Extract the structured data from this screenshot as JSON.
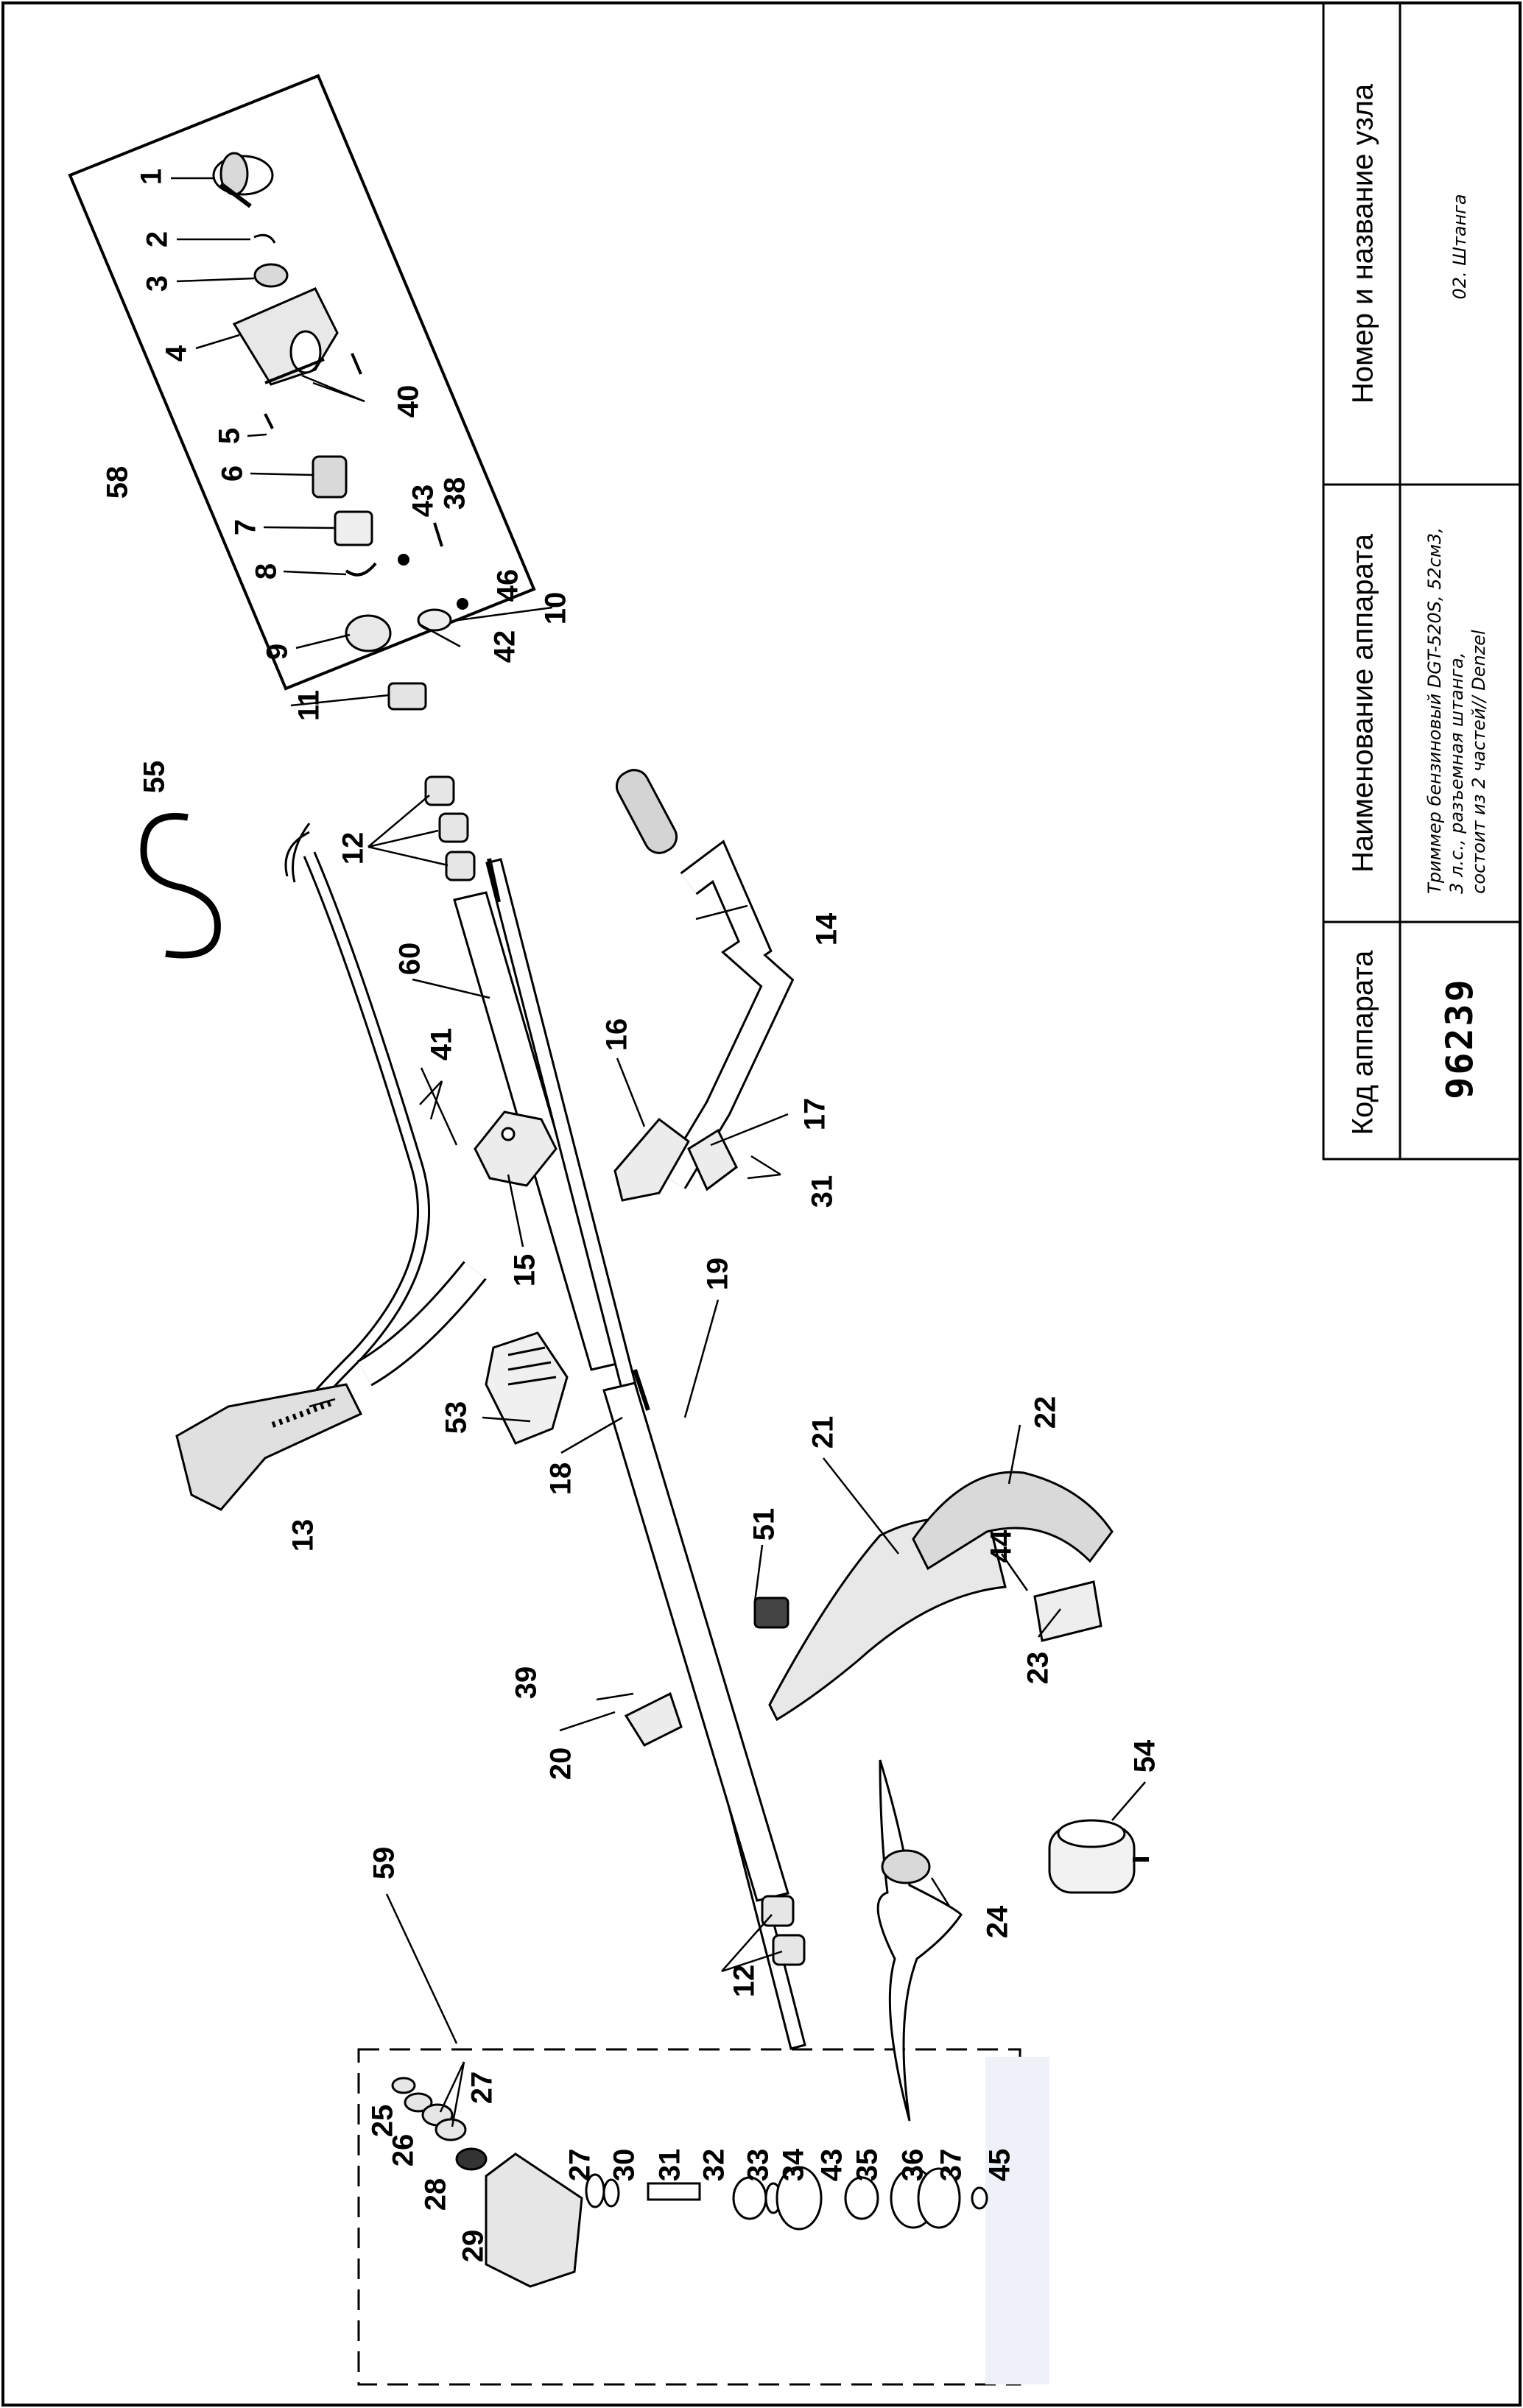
{
  "title_block": {
    "headers": {
      "code": "Код аппарата",
      "name": "Наименование аппарата",
      "node": "Номер и название узла"
    },
    "values": {
      "code": "96239",
      "name_lines": [
        "Триммер бензиновый DGT-520S, 52см3,",
        "3 л.с., разъемная штанга,",
        "состоит из 2 частей// Denzel"
      ],
      "node": "02. Штанга"
    }
  },
  "parts": {
    "p1": "1",
    "p2": "2",
    "p3": "3",
    "p4": "4",
    "p5": "5",
    "p6": "6",
    "p7": "7",
    "p8": "8",
    "p9": "9",
    "p10": "10",
    "p11": "11",
    "p12": "12",
    "p13": "13",
    "p14": "14",
    "p15": "15",
    "p16": "16",
    "p17": "17",
    "p18": "18",
    "p19": "19",
    "p20": "20",
    "p21": "21",
    "p22": "22",
    "p23": "23",
    "p24": "24",
    "p25": "25",
    "p26": "26",
    "p27": "27",
    "p28": "28",
    "p29": "29",
    "p30": "30",
    "p31": "31",
    "p32": "32",
    "p33": "33",
    "p34": "34",
    "p35": "35",
    "p36": "36",
    "p37": "37",
    "p38": "38",
    "p39": "39",
    "p40": "40",
    "p41": "41",
    "p42": "42",
    "p43": "43",
    "p44": "44",
    "p45": "45",
    "p46": "46",
    "p51": "51",
    "p53": "53",
    "p54": "54",
    "p55": "55",
    "p58": "58",
    "p59": "59",
    "p60": "60"
  },
  "colors": {
    "ink": "#000000",
    "paper": "#ffffff",
    "shade": "#d9d9d9"
  }
}
